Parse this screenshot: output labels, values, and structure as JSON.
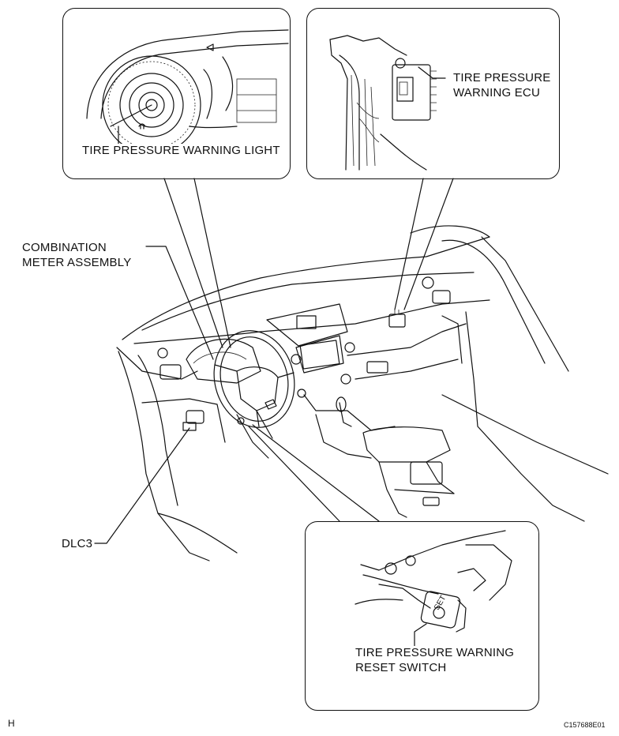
{
  "labels": {
    "warning_light": "TIRE PRESSURE WARNING LIGHT",
    "ecu_line1": "TIRE PRESSURE",
    "ecu_line2": "WARNING ECU",
    "combo_line1": "COMBINATION",
    "combo_line2": "METER ASSEMBLY",
    "dlc3": "DLC3",
    "reset_line1": "TIRE PRESSURE WARNING",
    "reset_line2": "RESET SWITCH",
    "switch_text": "SET"
  },
  "footer": {
    "page_letter": "H",
    "figure_code": "C157688E01"
  }
}
